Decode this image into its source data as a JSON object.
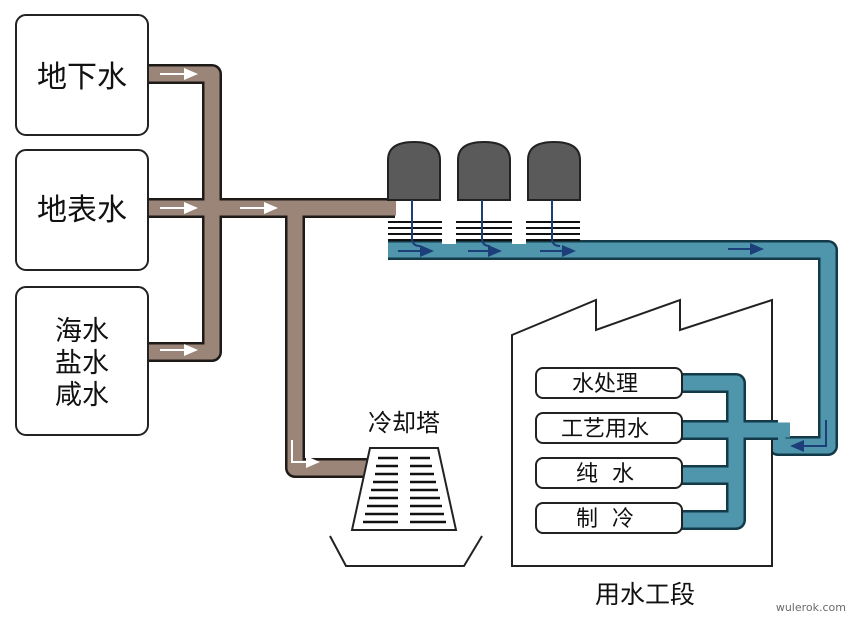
{
  "sources": [
    {
      "id": "groundwater",
      "lines": [
        "地下水"
      ]
    },
    {
      "id": "surface_water",
      "lines": [
        "地表水"
      ]
    },
    {
      "id": "sea_salt_brackish",
      "lines": [
        "海水",
        "盐水",
        "咸水"
      ]
    }
  ],
  "cooling_tower": {
    "label": "冷却塔"
  },
  "factory": {
    "label": "用水工段",
    "stations": [
      "水处理",
      "工艺用水",
      "纯  水",
      "制  冷"
    ]
  },
  "watermark": "wulerok.com",
  "colors": {
    "raw_pipe": "#9a8578",
    "raw_pipe_edge": "#1e1a18",
    "treated_pipe": "#4f96ac",
    "treated_pipe_edge": "#123a48",
    "tank": "#5a5a5a",
    "arrow_raw": "#ffffff",
    "arrow_treated": "#1c3f7a"
  }
}
